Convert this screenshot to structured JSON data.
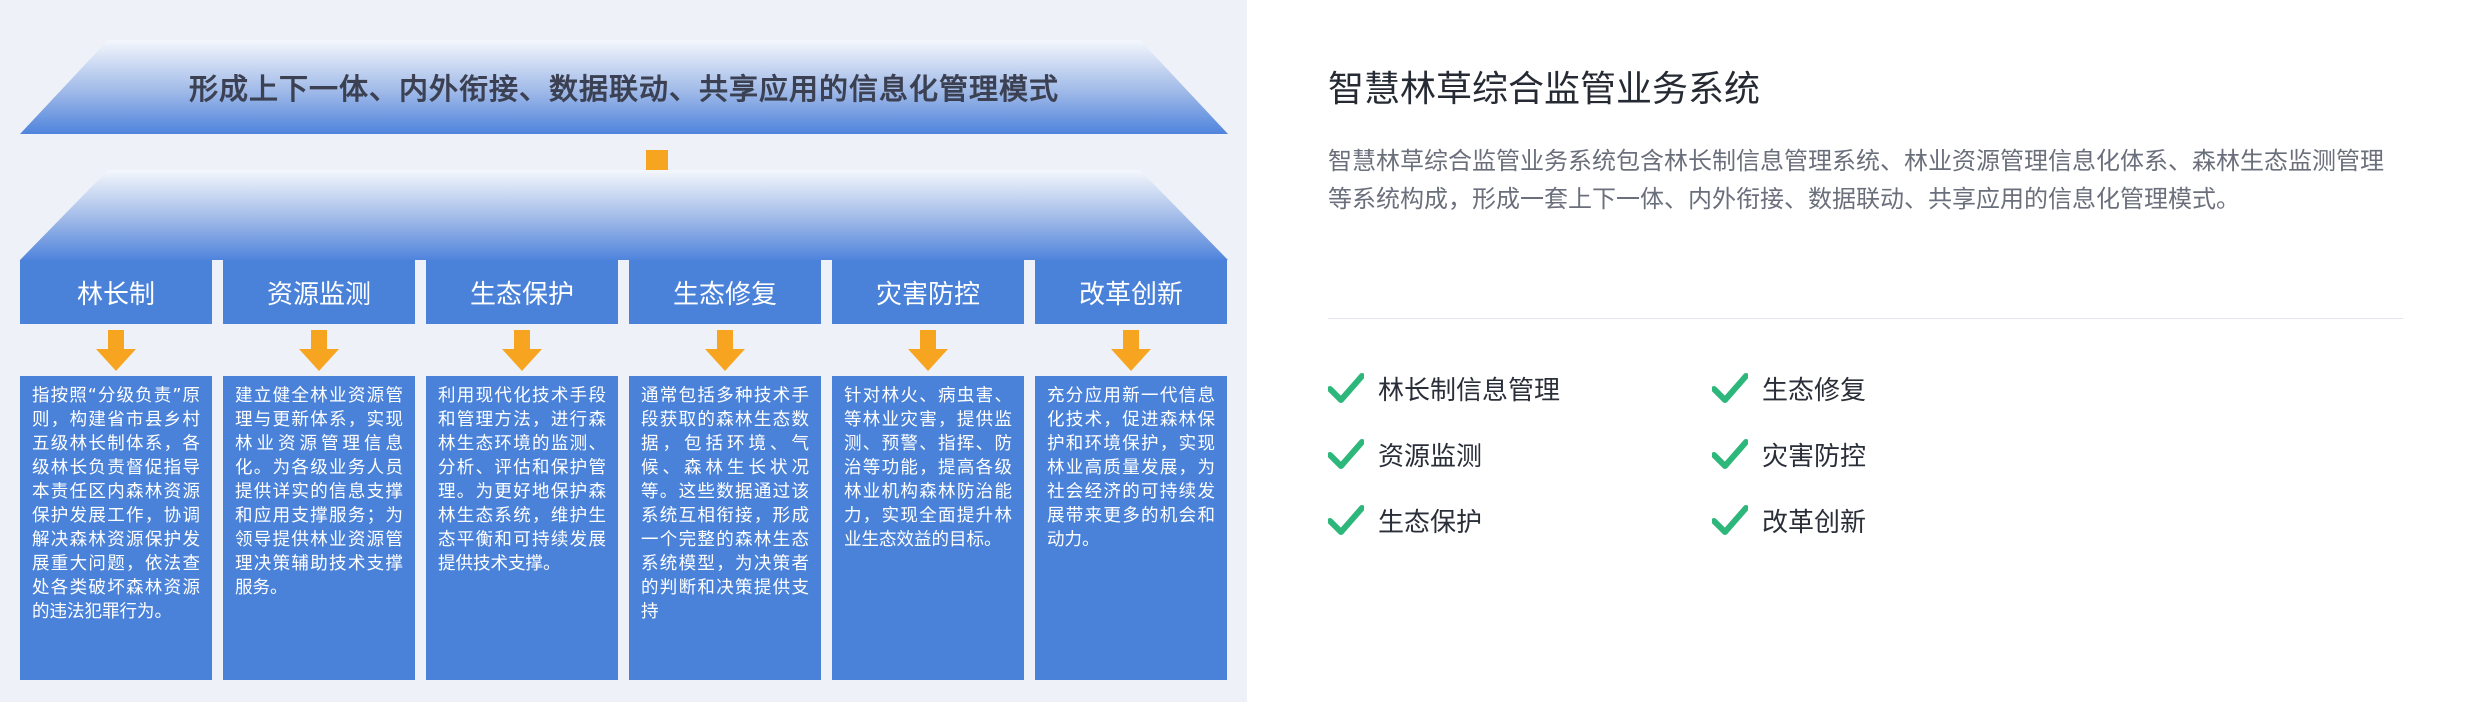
{
  "diagram": {
    "top_banner": "形成上下一体、内外衔接、数据联动、共享应用的信息化管理模式",
    "columns": [
      {
        "title": "林长制",
        "text": "指按照“分级负责”原则，构建省市县乡村五级林长制体系，各级林长负责督促指导本责任区内森林资源保护发展工作，协调解决森林资源保护发展重大问题，依法查处各类破坏森林资源的违法犯罪行为。"
      },
      {
        "title": "资源监测",
        "text": "建立健全林业资源管理与更新体系，实现林业资源管理信息化。为各级业务人员提供详实的信息支撑和应用支撑服务；为领导提供林业资源管理决策辅助技术支撑服务。"
      },
      {
        "title": "生态保护",
        "text": "利用现代化技术手段和管理方法，进行森林生态环境的监测、分析、评估和保护管理。为更好地保护森林生态系统，维护生态平衡和可持续发展提供技术支撑。"
      },
      {
        "title": "生态修复",
        "text": "通常包括多种技术手段获取的森林生态数据，包括环境、气候、森林生长状况等。这些数据通过该系统互相衔接，形成一个完整的森林生态系统模型，为决策者的判断和决策提供支持"
      },
      {
        "title": "灾害防控",
        "text": "针对林火、病虫害、等林业灾害，提供监测、预警、指挥、防治等功能，提高各级林业机构森林防治能力，实现全面提升林业生态效益的目标。"
      },
      {
        "title": "改革创新",
        "text": "充分应用新一代信息化技术，促进森林保护和环境保护，实现林业高质量发展，为社会经济的可持续发展带来更多的机会和动力。"
      }
    ]
  },
  "info": {
    "title": "智慧林草综合监管业务系统",
    "description": "智慧林草综合监管业务系统包含林长制信息管理系统、林业资源管理信息化体系、森林生态监测管理等系统构成，形成一套上下一体、内外衔接、数据联动、共享应用的信息化管理模式。",
    "features": [
      "林长制信息管理",
      "资源监测",
      "生态保护",
      "生态修复",
      "灾害防控",
      "改革创新"
    ]
  },
  "colors": {
    "accent_blue": "#4a82da",
    "arrow_orange": "#f7a521",
    "check_green": "#2db77a"
  }
}
